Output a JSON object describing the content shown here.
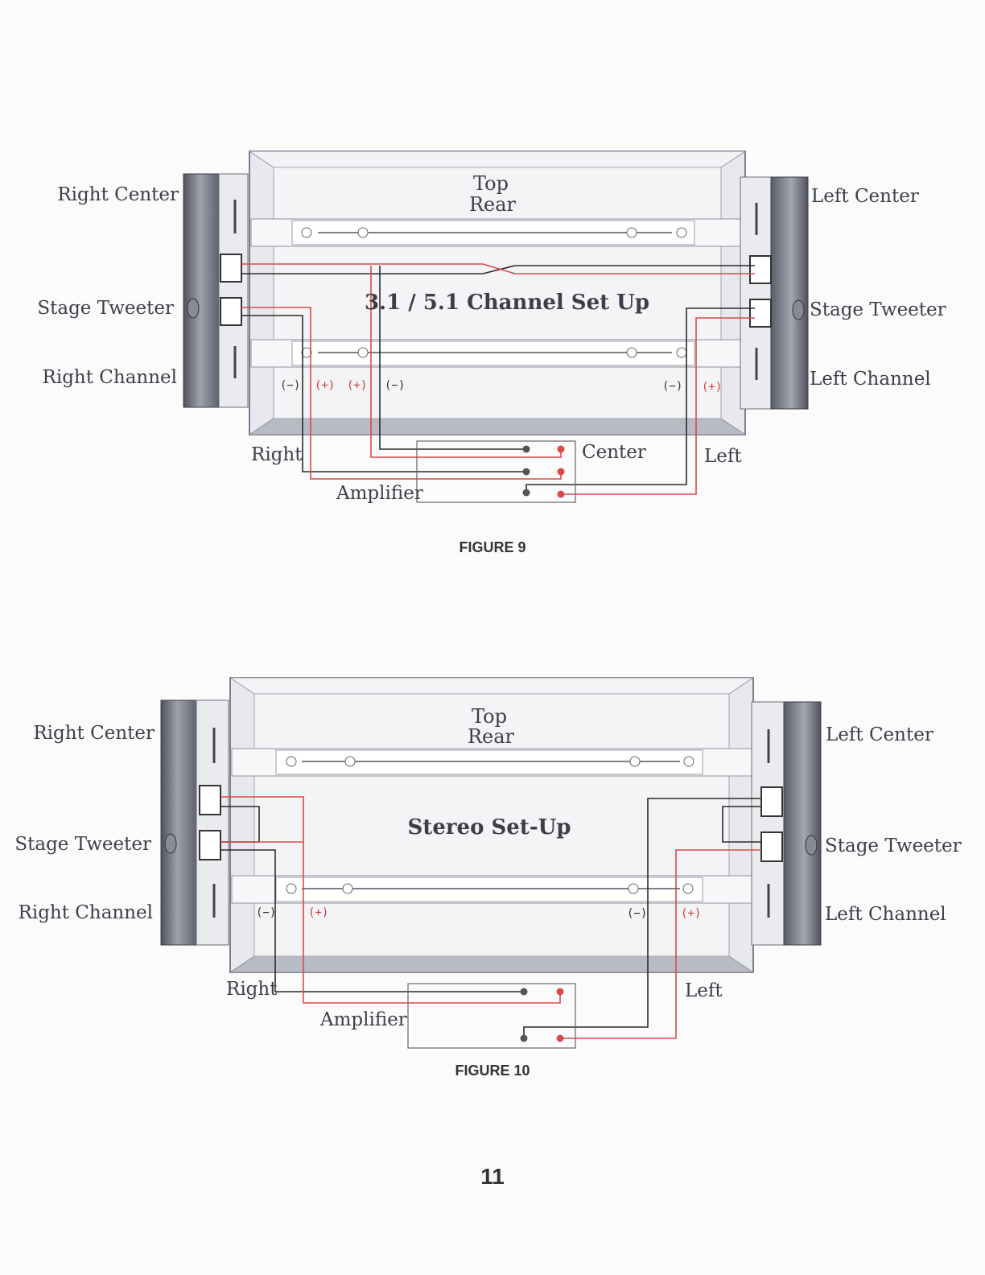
{
  "figure9": {
    "caption": "FIGURE 9",
    "title": "3.1 / 5.1 Channel Set Up",
    "top_label": "Top",
    "rear_label": "Rear",
    "left_side": {
      "center": "Right Center",
      "tweeter": "Stage Tweeter",
      "channel": "Right Channel"
    },
    "right_side": {
      "center": "Left Center",
      "tweeter": "Stage Tweeter",
      "channel": "Left Channel"
    },
    "polarity": {
      "neg": "(−)",
      "pos": "(+)"
    },
    "wires": {
      "right": "Right",
      "left": "Left",
      "center": "Center",
      "amplifier": "Amplifier"
    }
  },
  "figure10": {
    "caption": "FIGURE 10",
    "title": "Stereo Set-Up",
    "top_label": "Top",
    "rear_label": "Rear",
    "left_side": {
      "center": "Right Center",
      "tweeter": "Stage Tweeter",
      "channel": "Right Channel"
    },
    "right_side": {
      "center": "Left Center",
      "tweeter": "Stage Tweeter",
      "channel": "Left Channel"
    },
    "polarity": {
      "neg": "(−)",
      "pos": "(+)"
    },
    "wires": {
      "right": "Right",
      "left": "Left",
      "amplifier": "Amplifier"
    }
  },
  "page_number": "11",
  "colors": {
    "wire_negative": "#2b2b2b",
    "wire_positive": "#d94a4a",
    "frame": "#7b7e8c",
    "speaker": "#5e616d"
  }
}
